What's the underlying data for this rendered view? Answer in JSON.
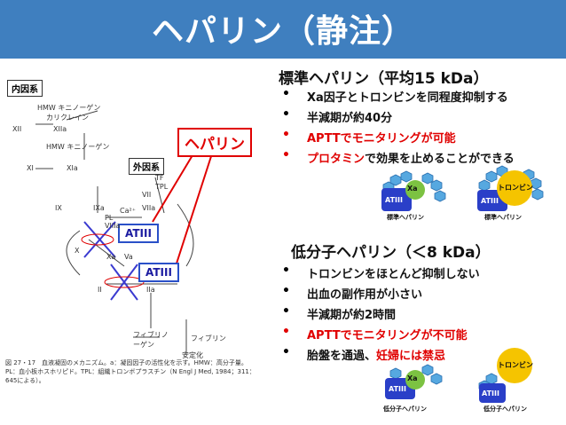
{
  "title": "ヘパリン（静注）",
  "left_diagram": {
    "intrinsic_label": "内因系",
    "extrinsic_label": "外因系",
    "heparin_label": "ヘパリン",
    "atiii_1": "ATIII",
    "atiii_2": "ATIII",
    "texts": [
      "HMW キニノーゲン",
      "カリクレイン",
      "HMW キニノーゲン",
      "XII",
      "XIIa",
      "XI",
      "XIa",
      "IX",
      "IXa",
      "VIIa",
      "VII",
      "TF",
      "TPL",
      "PL",
      "Ca²⁺",
      "VIIIa",
      "X",
      "Xa",
      "Va",
      "II",
      "IIa",
      "フィブリノーゲン",
      "フィブリン",
      "安定化"
    ],
    "caption": "図 27・17　血液凝固のメカニズム。a：凝固因子の活性化を示す。HMW：高分子量。PL：血小板ホスホリピド。TPL：組織トロンボプラスチン（N Engl J Med, 1984；311：645による）。"
  },
  "section1": {
    "heading": "標準ヘパリン（平均15 kDa）",
    "bullets": [
      {
        "parts": [
          {
            "text": "Xa因子とトロンビンを同程度抑制する",
            "red": false
          }
        ]
      },
      {
        "parts": [
          {
            "text": "半減期が約40分",
            "red": false
          }
        ]
      },
      {
        "parts": [
          {
            "text": "APTTでモニタリングが可能",
            "red": true
          }
        ]
      },
      {
        "parts": [
          {
            "text": "プロタミン",
            "red": true
          },
          {
            "text": "で効果を止めることができる",
            "red": false
          }
        ]
      }
    ],
    "img1": {
      "xa": "Xa",
      "at": "ATIII",
      "caption": "標準ヘパリン"
    },
    "img2": {
      "thrombin": "トロンビン",
      "at": "ATIII",
      "caption": "標準ヘパリン"
    }
  },
  "section2": {
    "heading": "低分子ヘパリン（＜8 kDa）",
    "bullets": [
      {
        "parts": [
          {
            "text": "トロンビンをほとんど抑制しない",
            "red": false
          }
        ]
      },
      {
        "parts": [
          {
            "text": "出血の副作用が小さい",
            "red": false
          }
        ]
      },
      {
        "parts": [
          {
            "text": "半減期が約2時間",
            "red": false
          }
        ]
      },
      {
        "parts": [
          {
            "text": "APTTでモニタリングが不可能",
            "red": true
          }
        ]
      },
      {
        "parts": [
          {
            "text": "胎盤を通過、",
            "red": false
          },
          {
            "text": "妊婦には禁忌",
            "red": true
          }
        ]
      }
    ],
    "img1": {
      "xa": "Xa",
      "at": "ATIII",
      "caption": "低分子ヘパリン"
    },
    "img2": {
      "thrombin": "トロンビン",
      "at": "ATIII",
      "caption": "低分子ヘパリン"
    }
  },
  "bullet_mark": "•",
  "colors": {
    "header": "#3f7fbf",
    "red": "#e00000",
    "at_blue": "#2a3fc8",
    "xa_green": "#7cc242",
    "thrombin_yellow": "#f5c400",
    "hex_blue": "#56a8e0"
  }
}
